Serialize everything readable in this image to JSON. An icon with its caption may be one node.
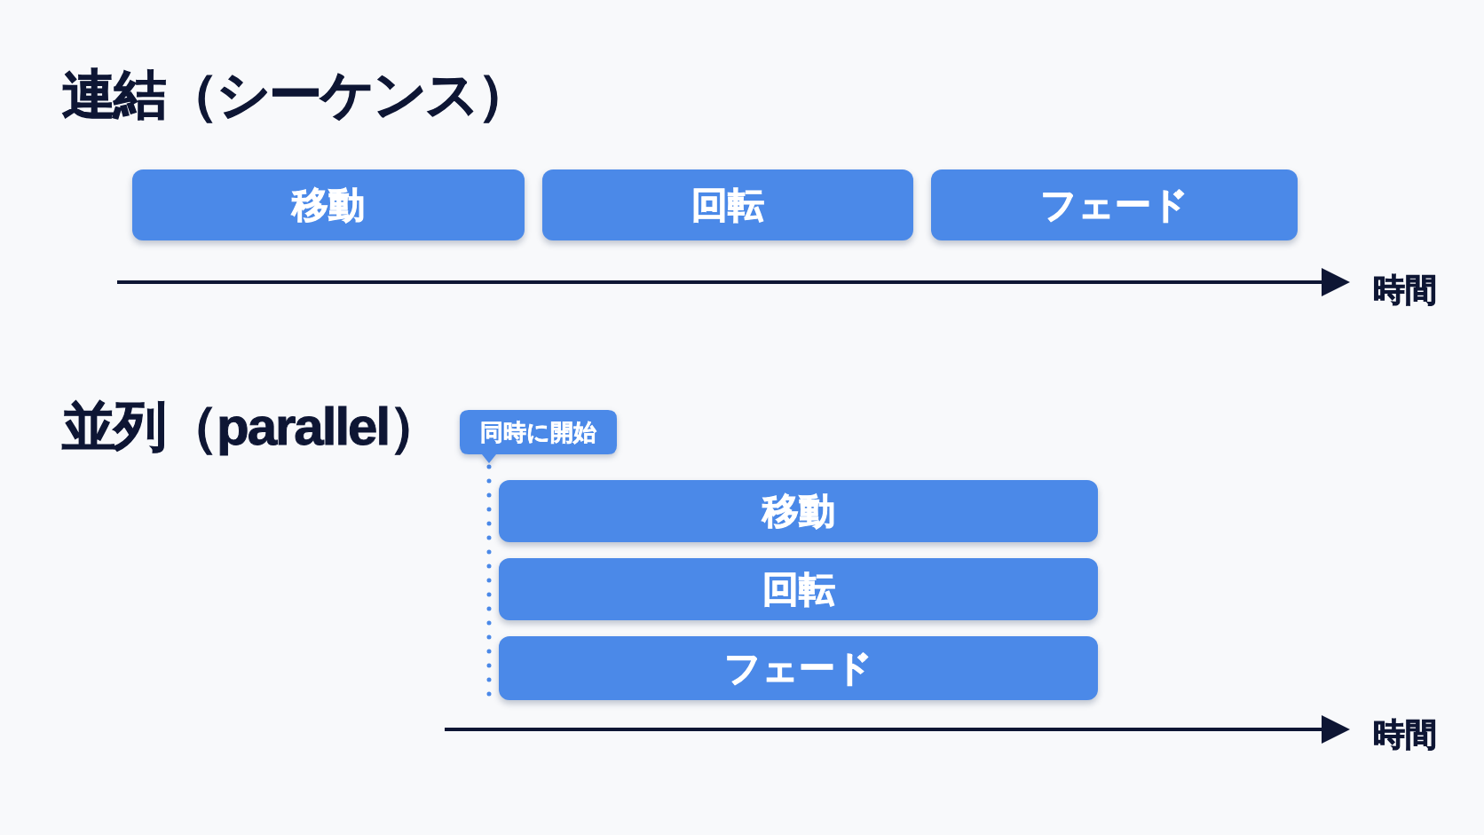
{
  "diagram": {
    "nodes": [
      {
        "text": [
          "移動"
        ]
      },
      {
        "text": [
          "回転"
        ]
      },
      {
        "text": [
          "フェード"
        ]
      },
      {
        "text": [
          "同時に開始"
        ]
      },
      {
        "text": [
          "移動"
        ]
      },
      {
        "text": [
          "回転"
        ]
      },
      {
        "text": [
          "フェード"
        ]
      }
    ],
    "edges": [
      {
        "from": 3,
        "to": 6,
        "arrow": "none",
        "style": "dashed"
      }
    ],
    "labels": [
      "連結（シーケンス）",
      "時間",
      "並列（parallel）",
      "時間"
    ]
  }
}
